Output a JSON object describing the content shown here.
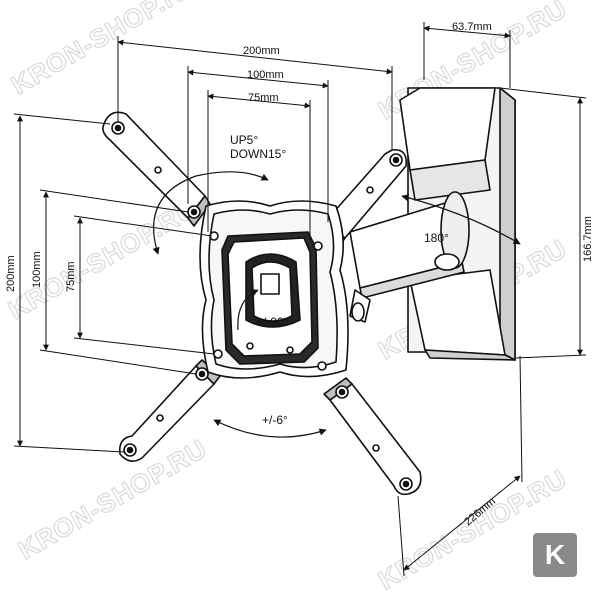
{
  "dimensions": {
    "width_200": "200mm",
    "width_100": "100mm",
    "width_75": "75mm",
    "depth_63_7": "63.7mm",
    "height_200": "200mm",
    "height_100": "100mm",
    "height_75": "75mm",
    "height_166_7": "166.7mm",
    "extension_226": "226mm"
  },
  "angles": {
    "tilt_up": "UP5°",
    "tilt_down": "DOWN15°",
    "swivel": "180°",
    "rotate_vertical": "+/-90°",
    "rotate_horizontal": "+/-6°"
  },
  "watermark": "KRON-SHOP.RU",
  "logo_letter": "K"
}
